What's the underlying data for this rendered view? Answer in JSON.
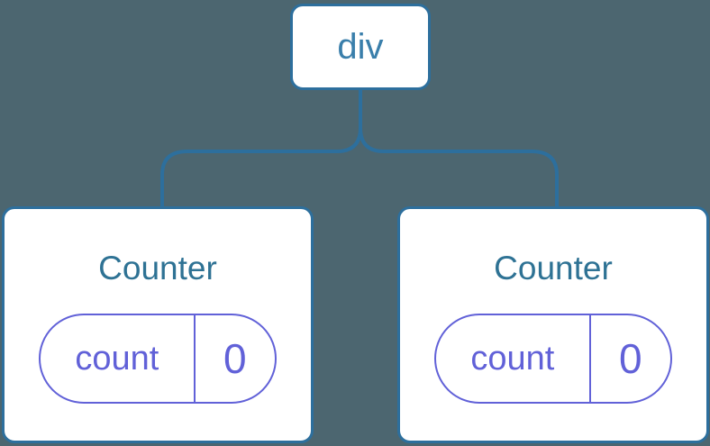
{
  "diagram": {
    "type": "component-tree",
    "root": {
      "label": "div"
    },
    "children": [
      {
        "title": "Counter",
        "state": {
          "name": "count",
          "value": "0"
        }
      },
      {
        "title": "Counter",
        "state": {
          "name": "count",
          "value": "0"
        }
      }
    ]
  },
  "colors": {
    "background": "#4C6670",
    "node_fill": "#FFFFFF",
    "node_border": "#2D6F9D",
    "connector_line": "#2D6F9D",
    "root_label_text": "#3A7FAB",
    "component_title_text": "#2E7294",
    "state_accent": "#6161D8"
  }
}
